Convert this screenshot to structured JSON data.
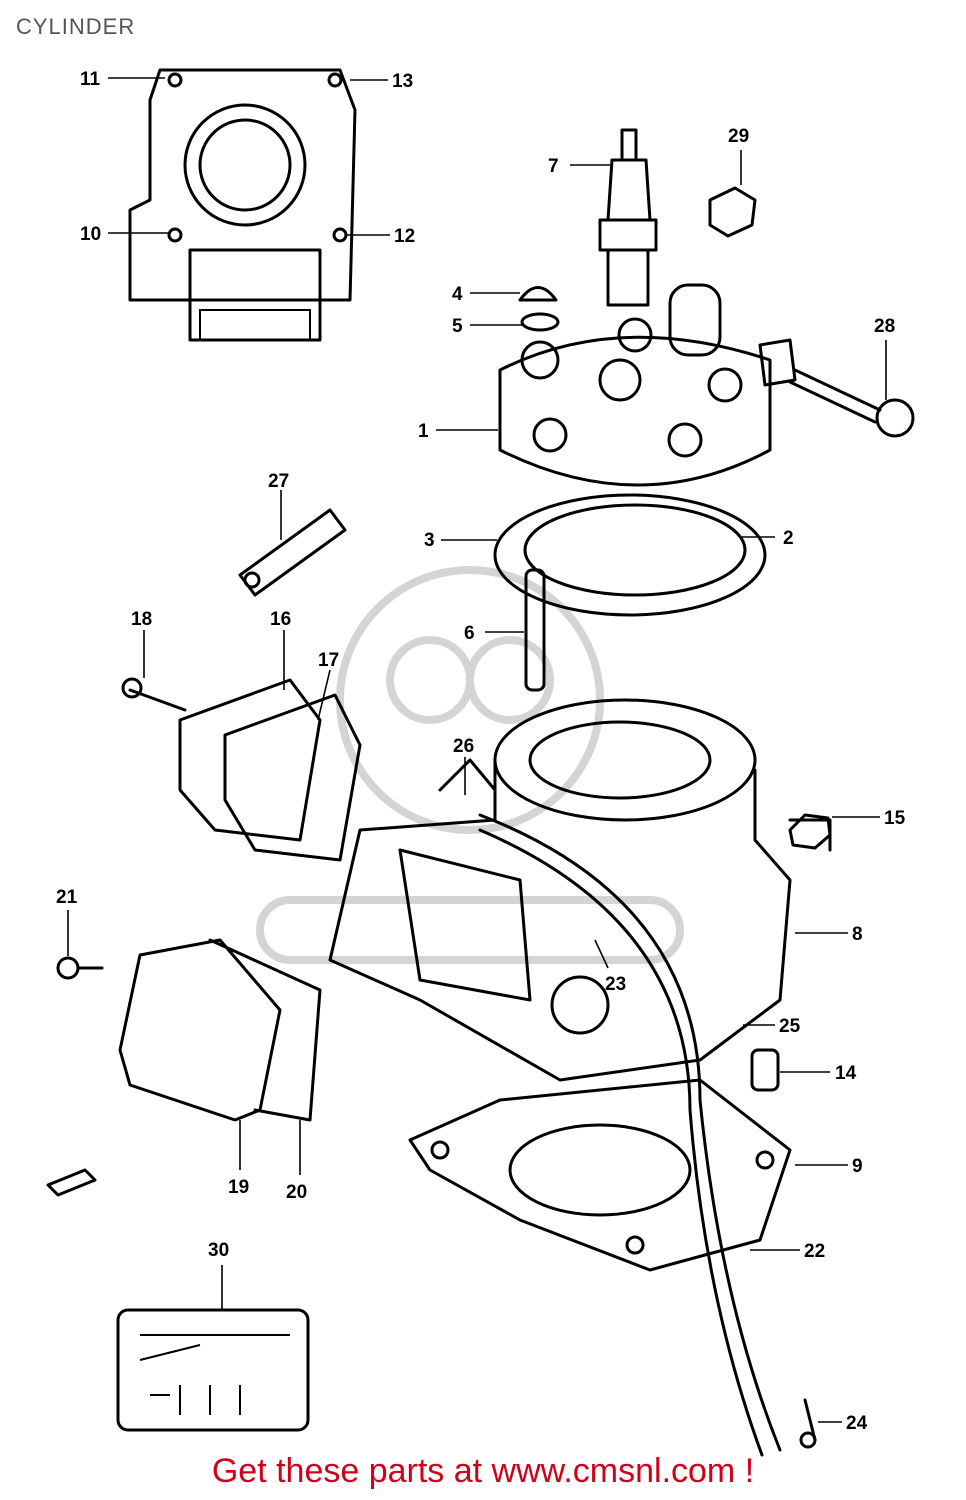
{
  "title": "CYLINDER",
  "footer": "Get these parts at www.cmsnl.com !",
  "callouts": [
    "1",
    "2",
    "3",
    "4",
    "5",
    "6",
    "7",
    "8",
    "9",
    "10",
    "11",
    "12",
    "13",
    "14",
    "15",
    "16",
    "17",
    "18",
    "19",
    "20",
    "21",
    "22",
    "23",
    "24",
    "25",
    "26",
    "27",
    "28",
    "29",
    "30"
  ],
  "colors": {
    "footer": "#d0021b",
    "title": "#555555",
    "line": "#000000",
    "watermark": "#d4d4d4"
  }
}
